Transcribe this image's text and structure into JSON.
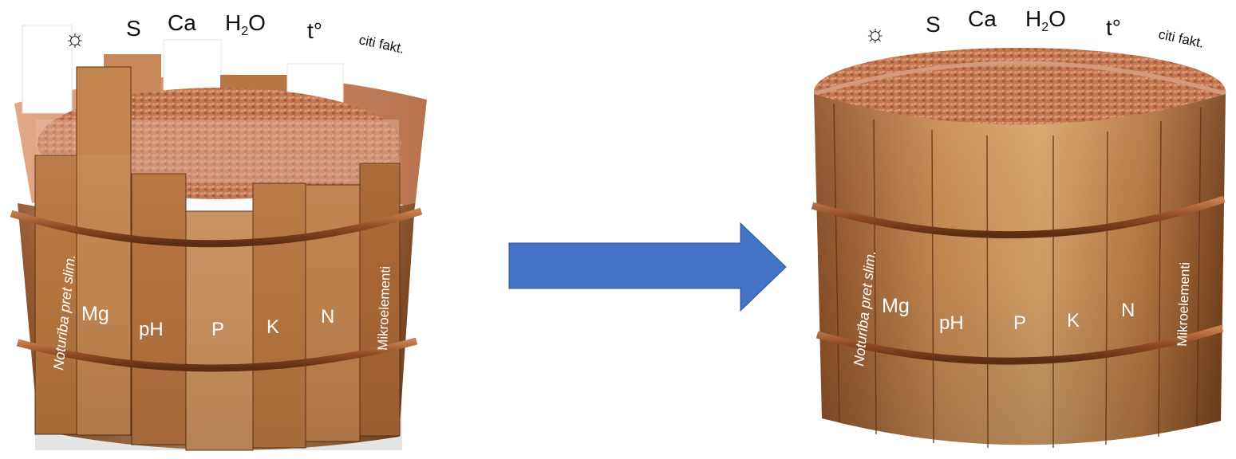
{
  "diagram": {
    "before_barrel": {
      "top_labels": {
        "sun": "☼",
        "s": "S",
        "ca": "Ca",
        "h2o_h": "H",
        "h2o_sub": "2",
        "h2o_o": "O",
        "t": "t°",
        "other": "citi fakt."
      },
      "stave_labels": {
        "structure": "Noturība pret slim.",
        "mg": "Mg",
        "ph": "pH",
        "p": "P",
        "k": "K",
        "n": "N",
        "micro": "Mikroelementi"
      }
    },
    "after_barrel": {
      "top_labels": {
        "sun": "☼",
        "s": "S",
        "ca": "Ca",
        "h2o_h": "H",
        "h2o_sub": "2",
        "h2o_o": "O",
        "t": "t°",
        "other": "citi fakt."
      },
      "stave_labels": {
        "structure": "Noturība pret slim.",
        "mg": "Mg",
        "ph": "pH",
        "p": "P",
        "k": "K",
        "n": "N",
        "micro": "Mikroelementi"
      }
    },
    "arrow_color": "#4472C4",
    "wood_colors": [
      "#b06e3c",
      "#c58752",
      "#9e5f30",
      "#d39a62",
      "#a96836"
    ],
    "soil_color": "#c97a52"
  }
}
